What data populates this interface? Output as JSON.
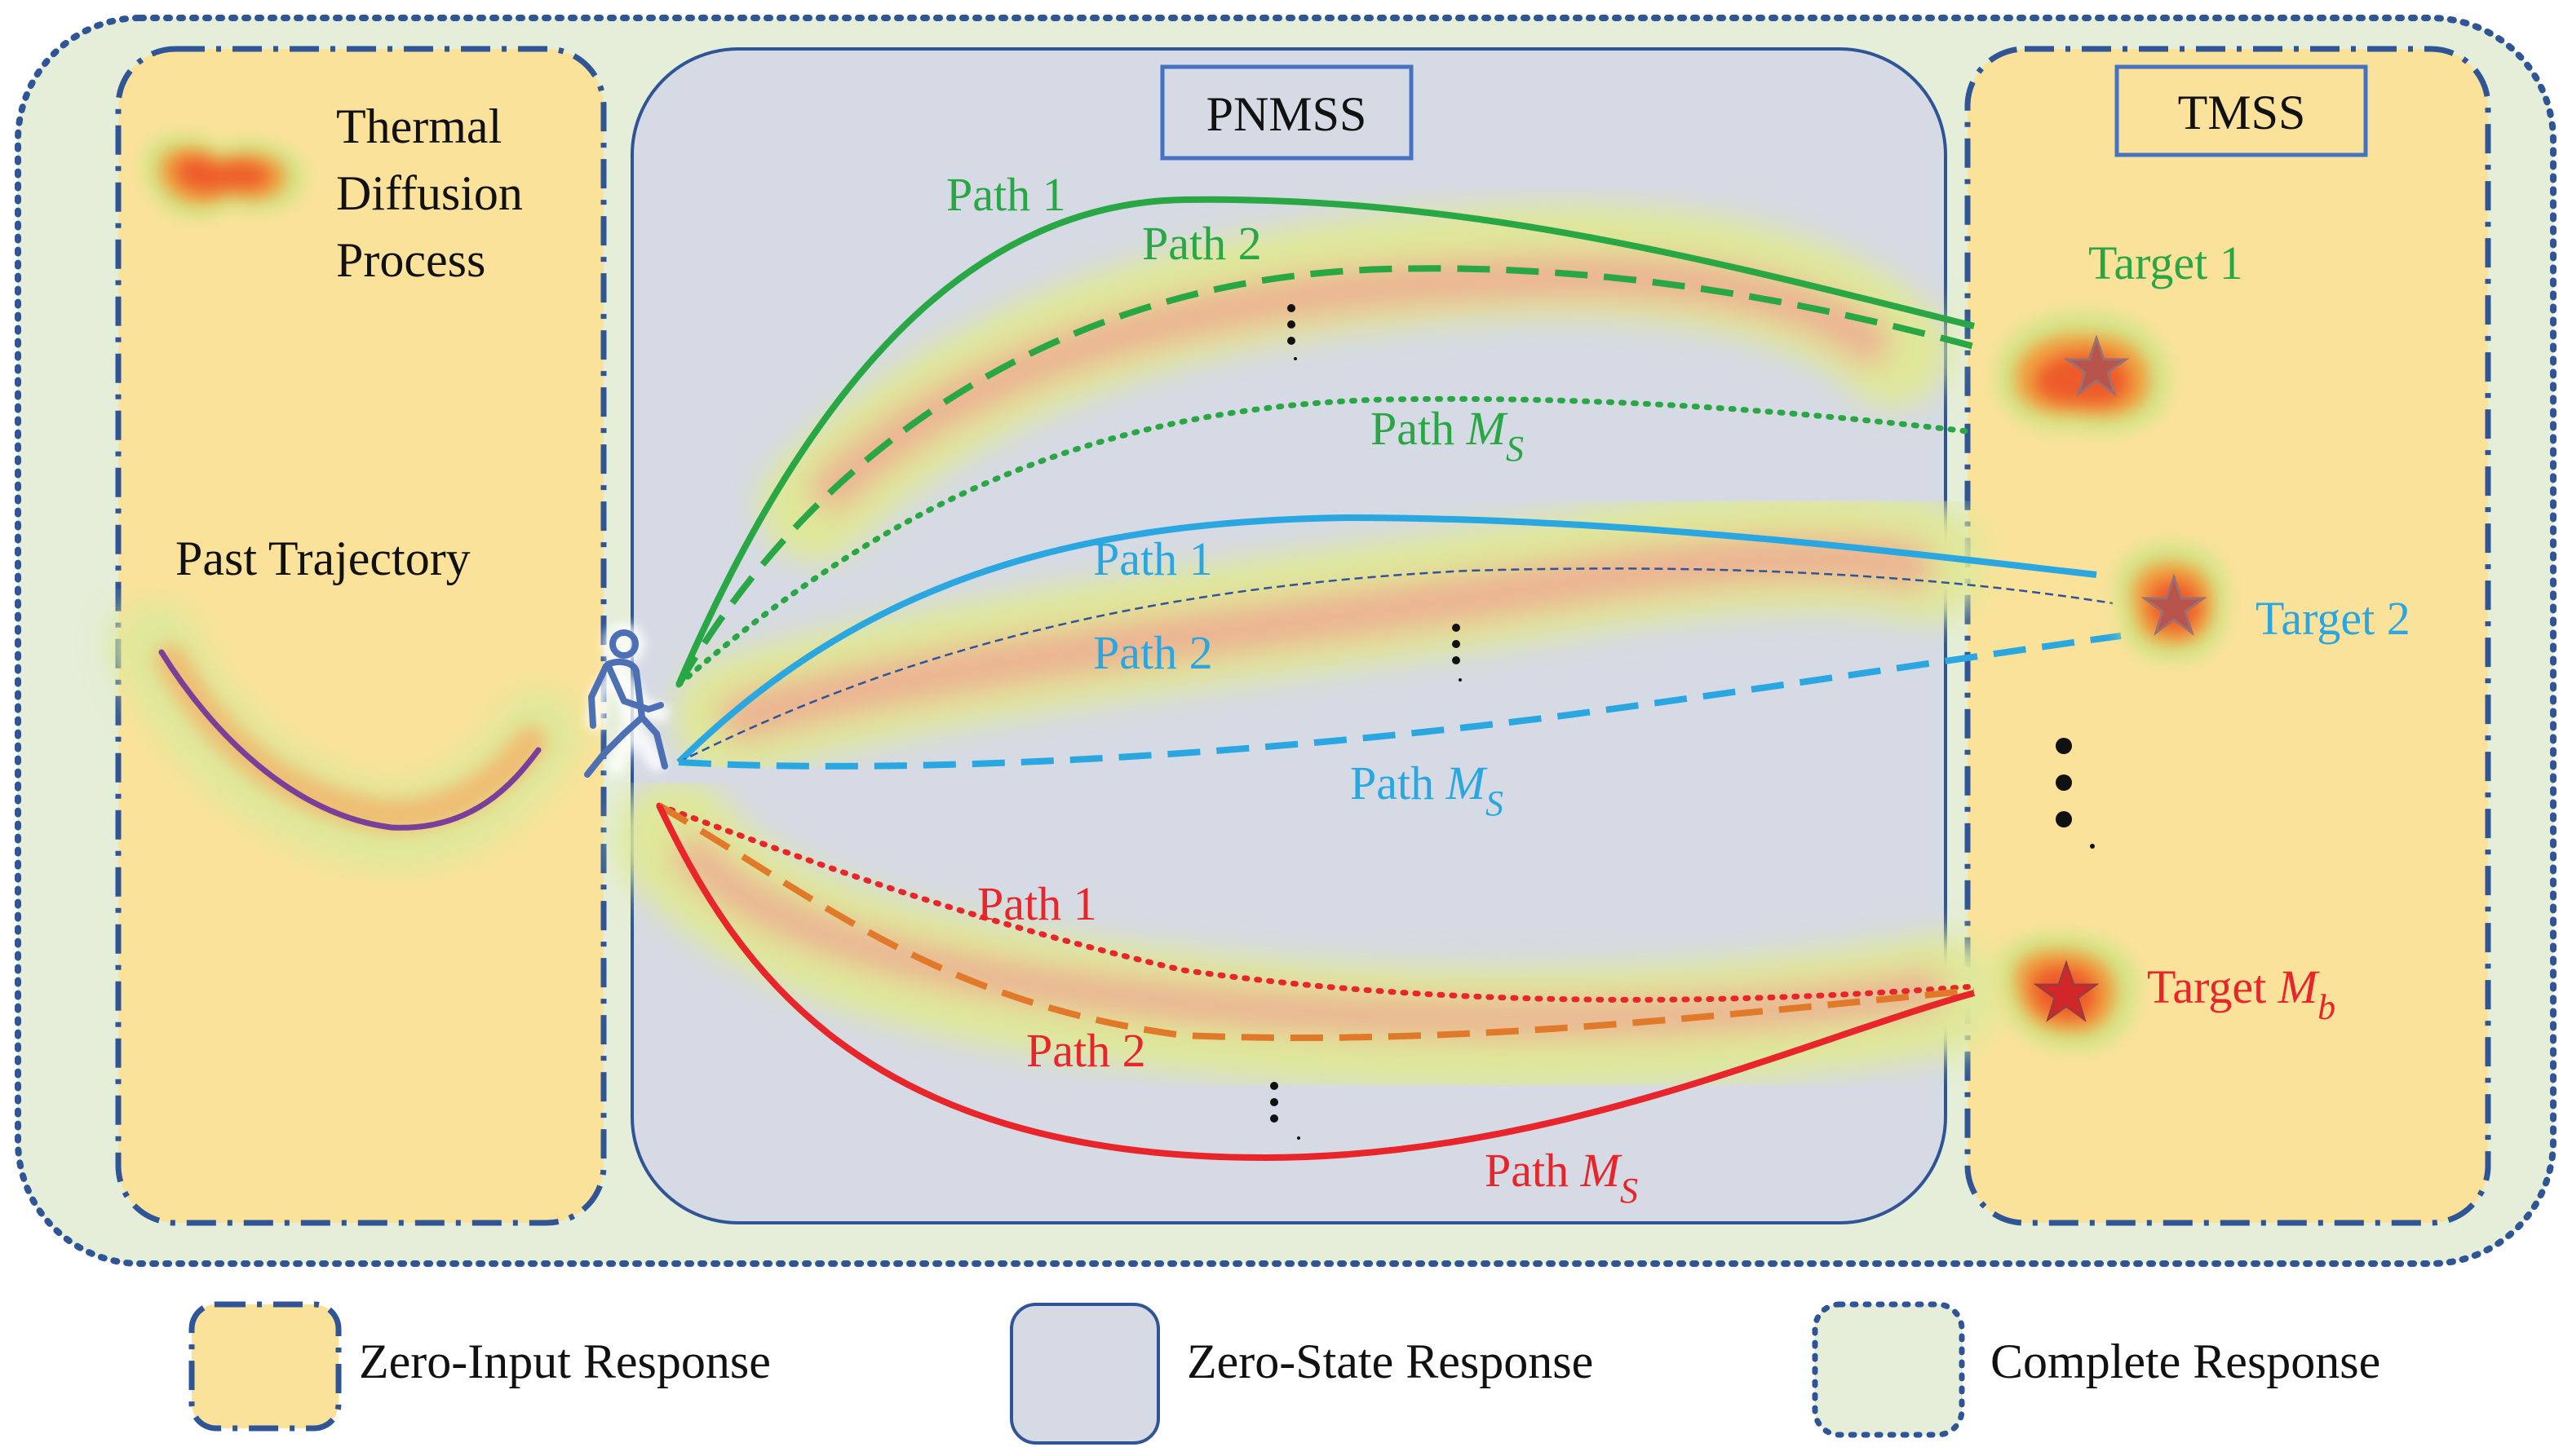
{
  "left_panel": {
    "heat_label_line1": "Thermal",
    "heat_label_line2": "Diffusion",
    "heat_label_line3": "Process",
    "trajectory_label": "Past Trajectory"
  },
  "center_panel": {
    "title": "PNMSS",
    "green": {
      "path1": "Path 1",
      "path2": "Path 2",
      "pathms_prefix": "Path ",
      "pathms_var": "M",
      "pathms_sub": "S"
    },
    "blue": {
      "path1": "Path 1",
      "path2": "Path 2",
      "pathms_prefix": "Path ",
      "pathms_var": "M",
      "pathms_sub": "S"
    },
    "red": {
      "path1": "Path 1",
      "path2": "Path 2",
      "pathms_prefix": "Path ",
      "pathms_var": "M",
      "pathms_sub": "S"
    }
  },
  "right_panel": {
    "title": "TMSS",
    "target1": "Target 1",
    "target2": "Target 2",
    "targetmb_prefix": "Target ",
    "targetmb_var": "M",
    "targetmb_sub": "b"
  },
  "legend": {
    "zero_input": "Zero-Input Response",
    "zero_state": "Zero-State Response",
    "complete": "Complete Response"
  },
  "colors": {
    "green": "#2aa745",
    "blue": "#2aa7e0",
    "red": "#e8252a",
    "orange": "#e07a2a",
    "purple": "#7a3f98",
    "outer_fill": "#e4eed8",
    "outer_border": "#2f5597",
    "zero_input_fill": "#fbe29a",
    "zero_state_fill": "#d5dae4",
    "panel_border": "#2f5597",
    "box_border": "#4472c4"
  },
  "icons": {
    "pedestrian": "walking-person-icon",
    "target": "star-icon",
    "continuation": "vertical-ellipsis-icon"
  }
}
